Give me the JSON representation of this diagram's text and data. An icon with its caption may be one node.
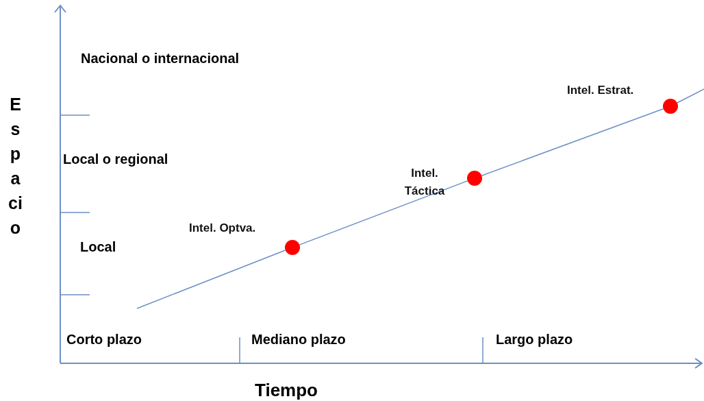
{
  "diagram": {
    "nodes": [
      {
        "text": [],
        "shape": "circle",
        "beside": [
          "Intel. Optva."
        ]
      },
      {
        "text": [],
        "shape": "circle",
        "beside": [
          "Intel. Táctica"
        ]
      },
      {
        "text": [],
        "shape": "circle",
        "beside": [
          "Intel. Estrat."
        ]
      }
    ],
    "edges": [
      {
        "from": null,
        "to": 0,
        "arrow": "none"
      },
      {
        "from": 0,
        "to": 1,
        "arrow": "none"
      },
      {
        "from": 1,
        "to": 2,
        "arrow": "none"
      },
      {
        "from": 2,
        "to": null,
        "arrow": "none"
      }
    ],
    "labels": [
      "Nacional o internacional",
      "Espacio",
      "Local o regional",
      "Local",
      "Corto plazo",
      "Mediano plazo",
      "Largo plazo",
      "Tiempo"
    ]
  }
}
